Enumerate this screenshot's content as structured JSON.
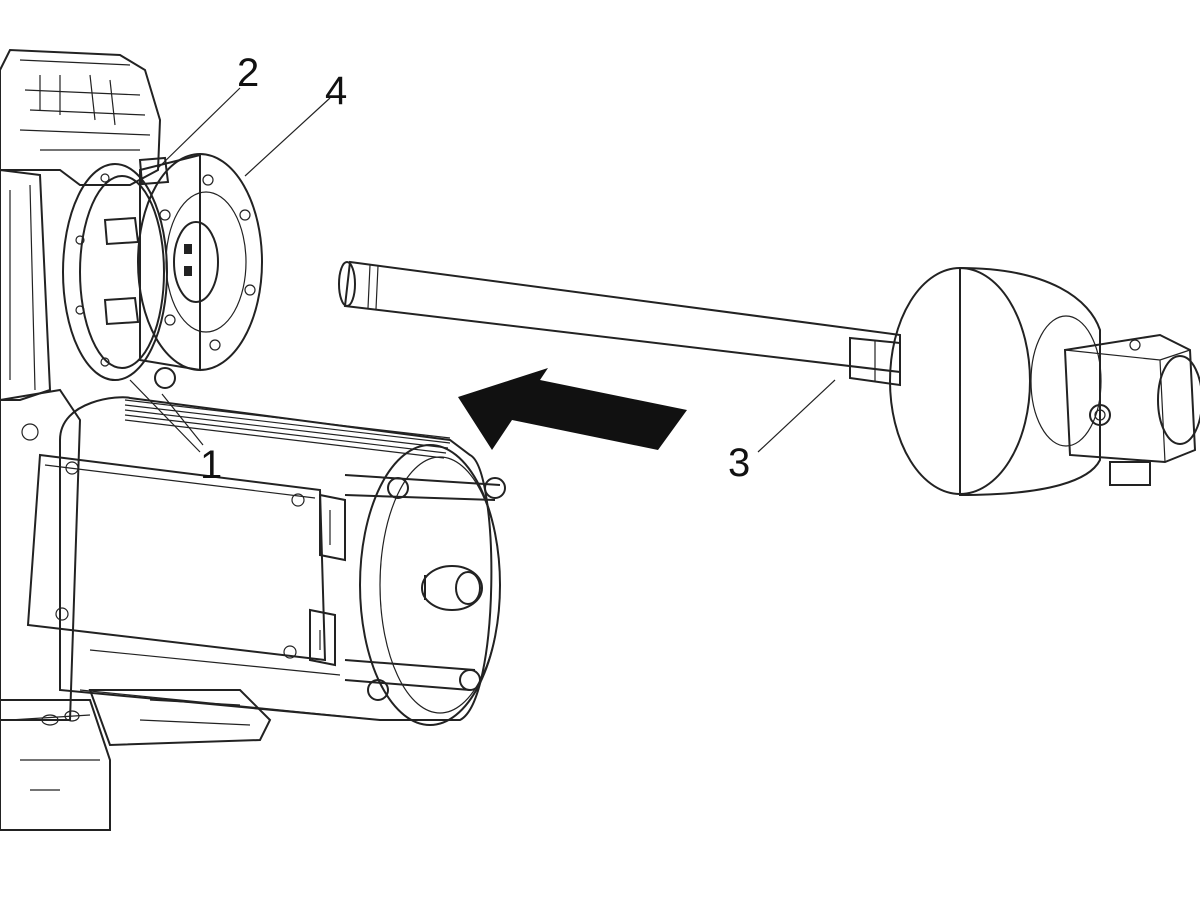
{
  "callouts": [
    {
      "id": "1",
      "label": "1"
    },
    {
      "id": "2",
      "label": "2"
    },
    {
      "id": "3",
      "label": "3"
    },
    {
      "id": "4",
      "label": "4"
    }
  ],
  "colors": {
    "metal_light": "#d9d9d9",
    "metal_mid": "#bfbfbf",
    "metal_dark": "#8c8c8c",
    "ring_dark": "#4a4a4a",
    "arrow": "#111111",
    "outline": "#222222"
  },
  "icons": [
    "direction-arrow-icon"
  ]
}
